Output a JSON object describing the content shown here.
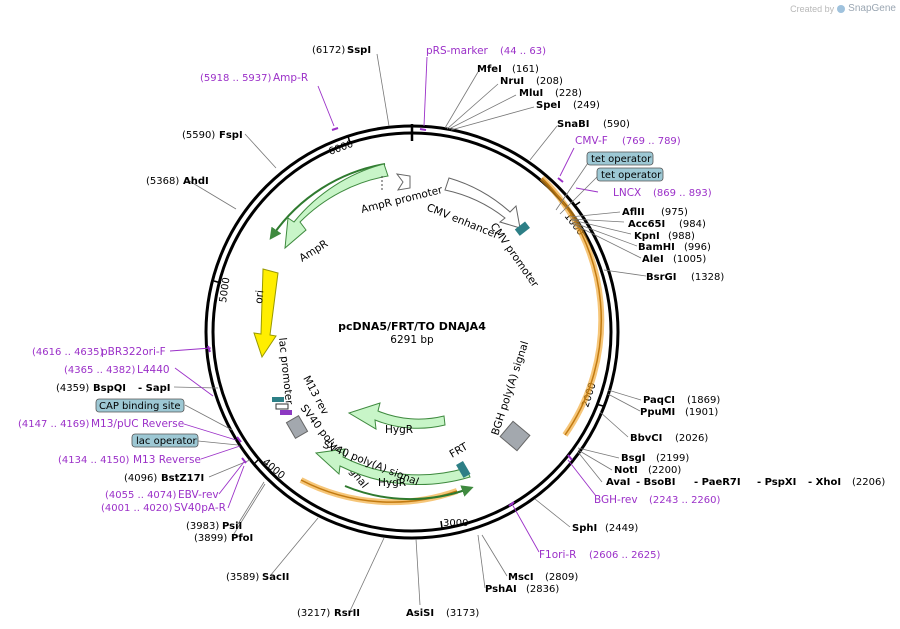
{
  "app": {
    "credit_text": "Created by",
    "brand": "SnapGene"
  },
  "plasmid": {
    "name": "pcDNA5/FRT/TO DNAJA4",
    "size_label": "6291 bp",
    "length": 6291
  },
  "restriction_sites": [
    {
      "name": "SspI",
      "pos": "(6172)"
    },
    {
      "name": "MfeI",
      "pos": "(161)"
    },
    {
      "name": "NruI",
      "pos": "(208)"
    },
    {
      "name": "MluI",
      "pos": "(228)"
    },
    {
      "name": "SpeI",
      "pos": "(249)"
    },
    {
      "name": "SnaBI",
      "pos": "(590)"
    },
    {
      "name": "AflII",
      "pos": "(975)"
    },
    {
      "name": "Acc65I",
      "pos": "(984)"
    },
    {
      "name": "KpnI",
      "pos": "(988)"
    },
    {
      "name": "BamHI",
      "pos": "(996)"
    },
    {
      "name": "AleI",
      "pos": "(1005)"
    },
    {
      "name": "BsrGI",
      "pos": "(1328)"
    },
    {
      "name": "PaqCI",
      "pos": "(1869)"
    },
    {
      "name": "PpuMI",
      "pos": "(1901)"
    },
    {
      "name": "BbvCI",
      "pos": "(2026)"
    },
    {
      "name": "BsgI",
      "pos": "(2199)"
    },
    {
      "name": "NotI",
      "pos": "(2200)"
    },
    {
      "name": "SphI",
      "pos": "(2449)"
    },
    {
      "name": "MscI",
      "pos": "(2809)"
    },
    {
      "name": "PshAI",
      "pos": "(2836)"
    },
    {
      "name": "AsiSI",
      "pos": "(3173)"
    },
    {
      "name": "RsrII",
      "pos": "(3217)"
    },
    {
      "name": "SacII",
      "pos": "(3589)"
    },
    {
      "name": "PfoI",
      "pos": "(3899)"
    },
    {
      "name": "PsiI",
      "pos": "(3983)"
    },
    {
      "name": "BstZ17I",
      "pos": "(4096)"
    },
    {
      "name": "BspQI",
      "pos": "(4359)"
    },
    {
      "name": "AhdI",
      "pos": "(5368)"
    },
    {
      "name": "FspI",
      "pos": "(5590)"
    }
  ],
  "multi_site": {
    "names": [
      "AvaI",
      "- BsoBI",
      "- PaeR7I",
      "- PspXI",
      "- XhoI"
    ],
    "pos": "(2206)"
  },
  "sapi_label": "- SapI",
  "primers": [
    {
      "name": "pRS-marker",
      "pos": "(44 .. 63)"
    },
    {
      "name": "Amp-R",
      "pos": "(5918 .. 5937)"
    },
    {
      "name": "CMV-F",
      "pos": "(769 .. 789)"
    },
    {
      "name": "LNCX",
      "pos": "(869 .. 893)"
    },
    {
      "name": "BGH-rev",
      "pos": "(2243 .. 2260)"
    },
    {
      "name": "F1ori-R",
      "pos": "(2606 .. 2625)"
    },
    {
      "name": "pBR322ori-F",
      "pos": "(4616 .. 4635)"
    },
    {
      "name": "L4440",
      "pos": "(4365 .. 4382)"
    },
    {
      "name": "M13/pUC Reverse",
      "pos": "(4147 .. 4169)"
    },
    {
      "name": "M13 Reverse",
      "pos": "(4134 .. 4150)"
    },
    {
      "name": "EBV-rev",
      "pos": "(4055 .. 4074)"
    },
    {
      "name": "SV40pA-R",
      "pos": "(4001 .. 4020)"
    }
  ],
  "boxed_features": [
    {
      "name": "tet operator"
    },
    {
      "name": "tet operator"
    },
    {
      "name": "CAP binding site"
    },
    {
      "name": "lac operator"
    }
  ],
  "features": {
    "ampr_promoter": "AmpR promoter",
    "ampr": "AmpR",
    "cmv_enhancer": "CMV enhancer",
    "cmv_promoter": "CMV promoter",
    "ori": "ori",
    "lac_promoter": "lac promoter",
    "m13_rev": "M13 rev",
    "sv40_polya": "SV40 poly(A) signal",
    "hygr_inner": "HygR",
    "hygr_outer": "HygR",
    "frt": "FRT",
    "bgh_polya": "BGH poly(A) signal"
  },
  "ticks": [
    "1000",
    "2000",
    "3000",
    "4000",
    "5000",
    "6000"
  ],
  "colors": {
    "primer": "#9b30c8",
    "feature_green_fill": "#c8f5c8",
    "feature_green_stroke": "#3f8a3f",
    "ori_fill": "#ffee00",
    "orf_highlight": "#f0a020",
    "box_fill": "#9dc8d4",
    "teal": "#2d7f86",
    "gray": "#a3a8ae",
    "purple": "#8d39c2"
  }
}
